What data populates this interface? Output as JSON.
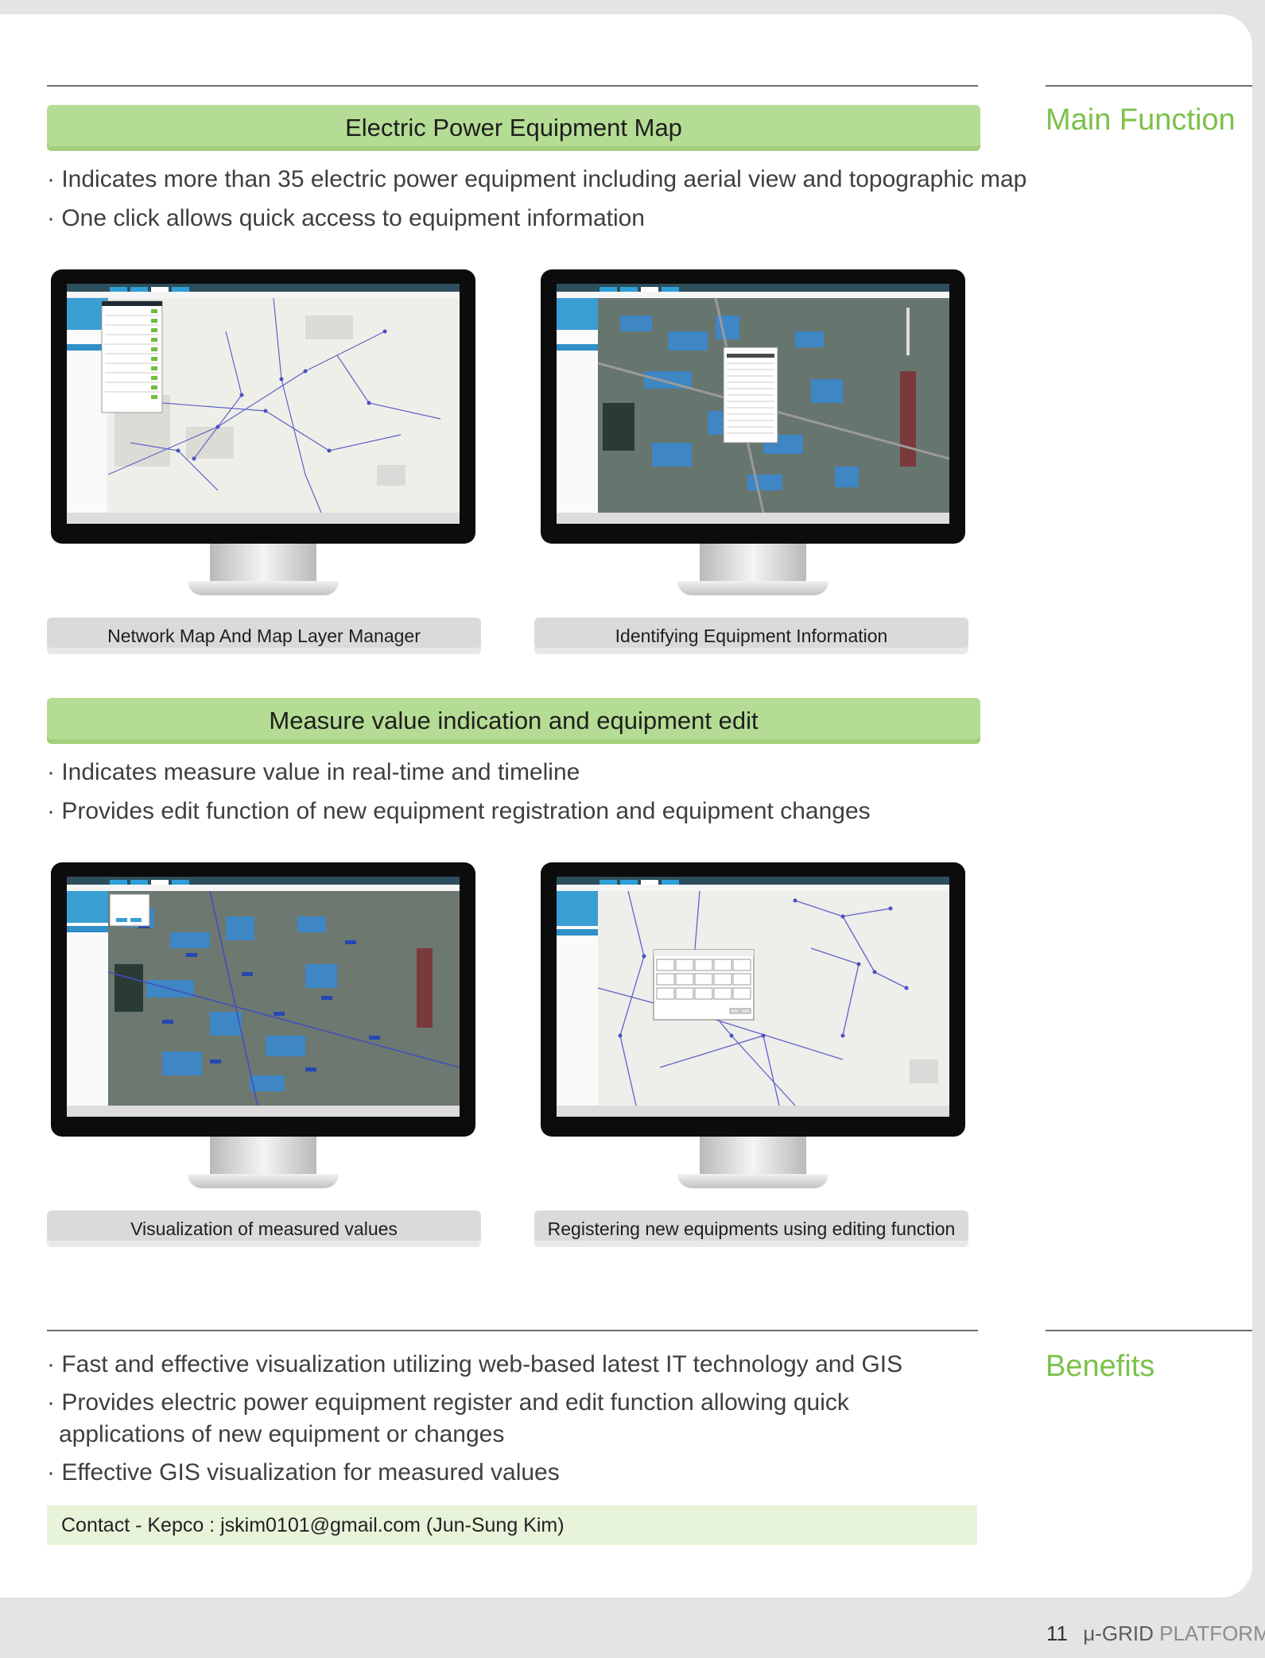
{
  "section1": {
    "side_title": "Main Function",
    "banner": "Electric Power Equipment Map",
    "bullets": [
      "· Indicates more than 35 electric power equipment including aerial view and topographic map",
      "· One click allows quick access to equipment information"
    ],
    "captions": [
      "Network Map And Map Layer Manager",
      "Identifying Equipment Information"
    ]
  },
  "section2": {
    "banner": "Measure value indication and equipment edit",
    "bullets": [
      "· Indicates measure value in real-time and timeline",
      "· Provides edit function of new equipment registration and equipment changes"
    ],
    "captions": [
      "Visualization of measured values",
      "Registering new equipments using editing function"
    ]
  },
  "benefits": {
    "side_title": "Benefits",
    "bullets": [
      "· Fast and effective visualization utilizing web-based latest IT technology and GIS",
      "· Provides electric power equipment register and edit function allowing quick applications of new equipment or changes",
      "· Effective GIS visualization for measured values"
    ],
    "contact": "Contact - Kepco : jskim0101@gmail.com (Jun-Sung Kim)"
  },
  "footer": {
    "page_number": "11",
    "brand_prefix": "μ-GRID",
    "brand_suffix": "PLATFORM"
  },
  "colors": {
    "accent_green": "#7cc14a",
    "banner_green": "#b5dc94",
    "caption_gray": "#dadada",
    "contact_bg": "#e8f4da"
  }
}
